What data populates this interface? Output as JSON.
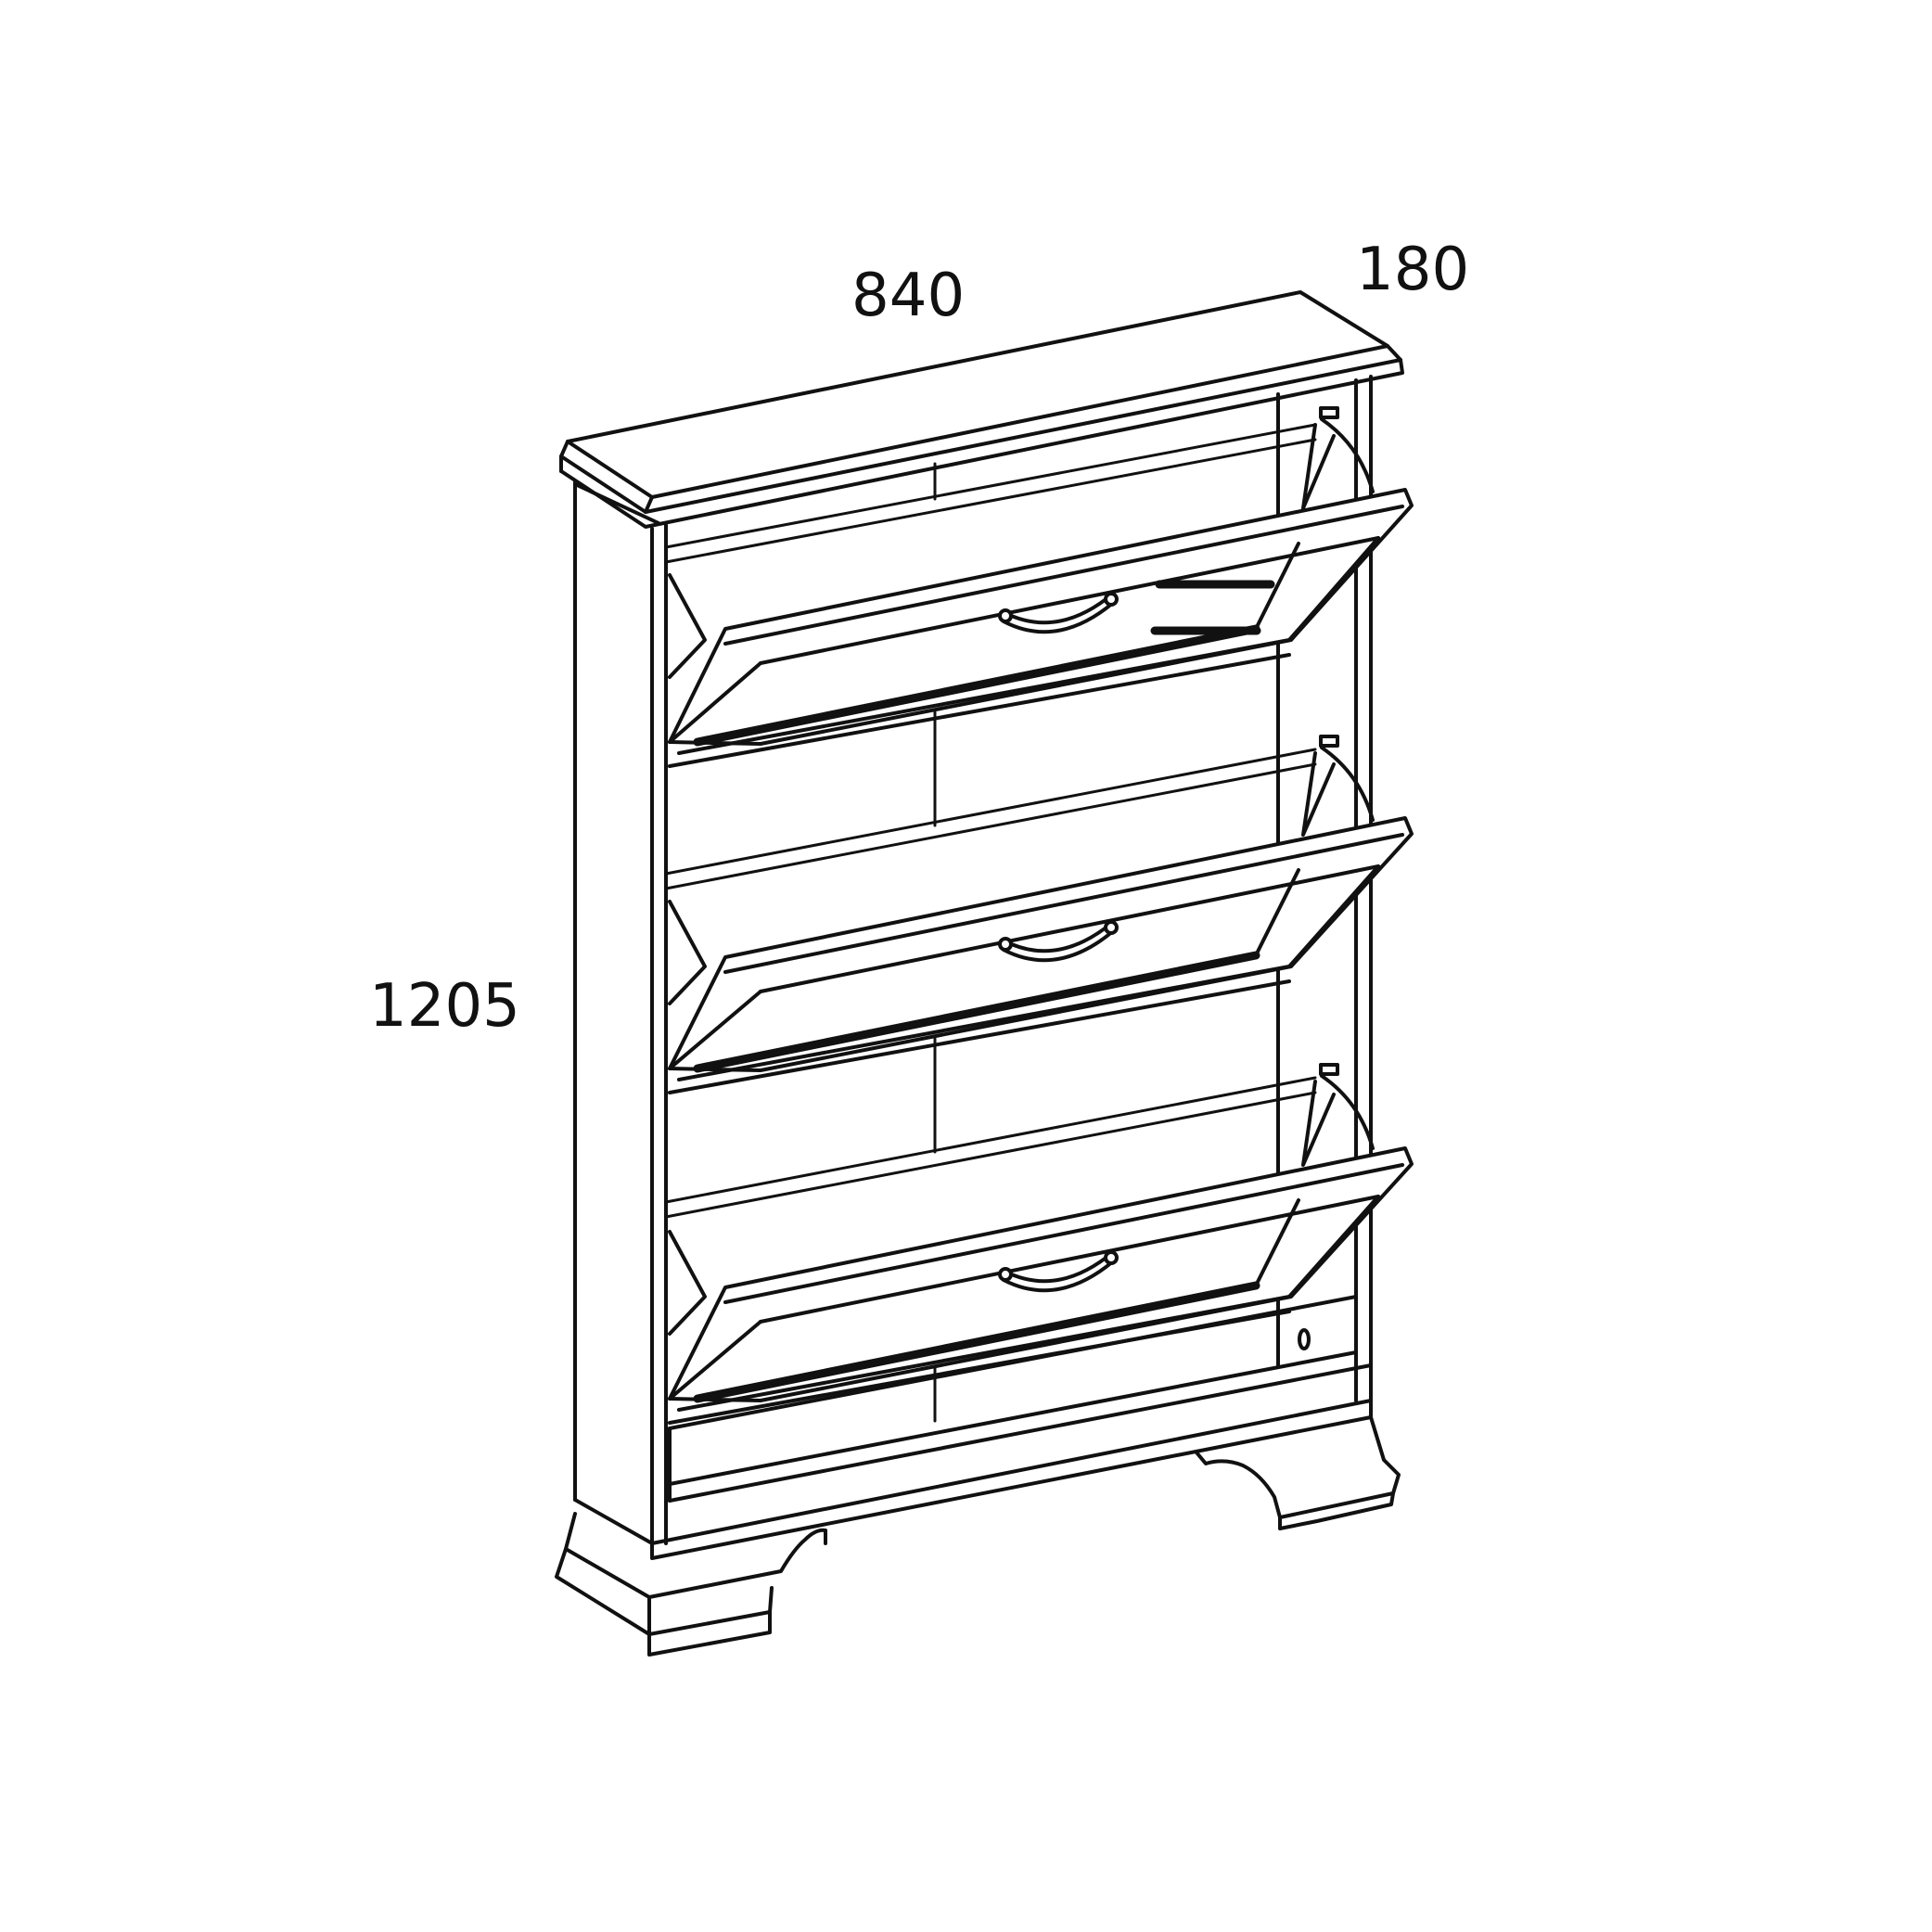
{
  "dimensions": {
    "width": "840",
    "depth": "180",
    "height": "1205"
  },
  "colors": {
    "line": "#111111",
    "background": "#ffffff"
  },
  "drawers": {
    "count": 3
  }
}
